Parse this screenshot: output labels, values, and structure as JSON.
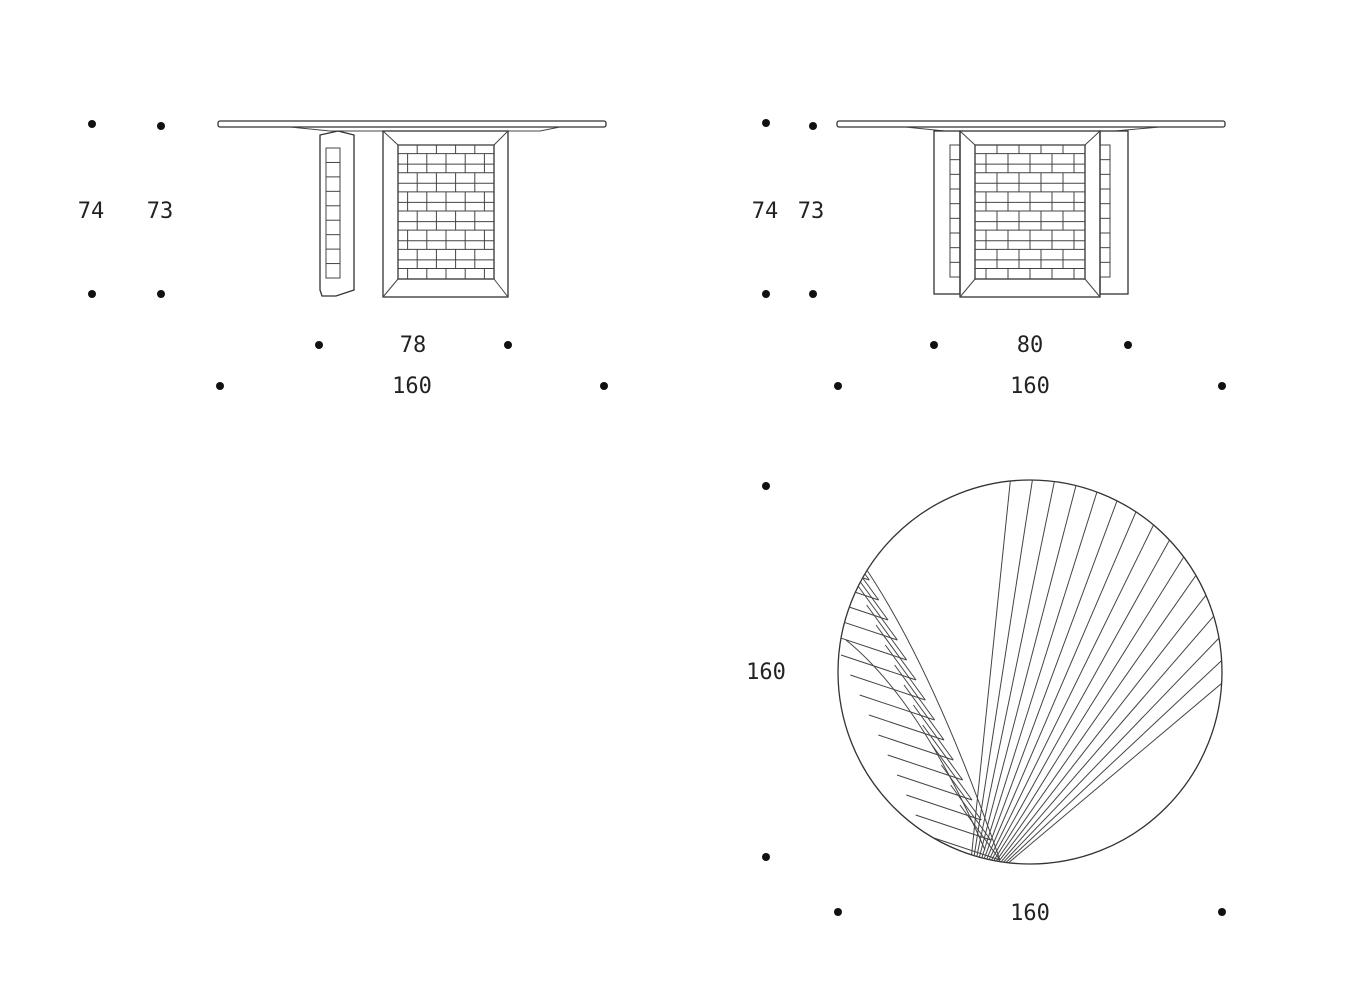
{
  "views": {
    "side_view": {
      "height_total": "74",
      "height_base": "73",
      "base_width": "78",
      "top_width": "160"
    },
    "front_view": {
      "height_total": "74",
      "height_base": "73",
      "base_width": "80",
      "top_width": "160"
    },
    "plan_view": {
      "diameter_vertical": "160",
      "diameter_horizontal": "160"
    }
  },
  "colors": {
    "line": "#333333",
    "dot": "#111111",
    "text": "#222222"
  }
}
